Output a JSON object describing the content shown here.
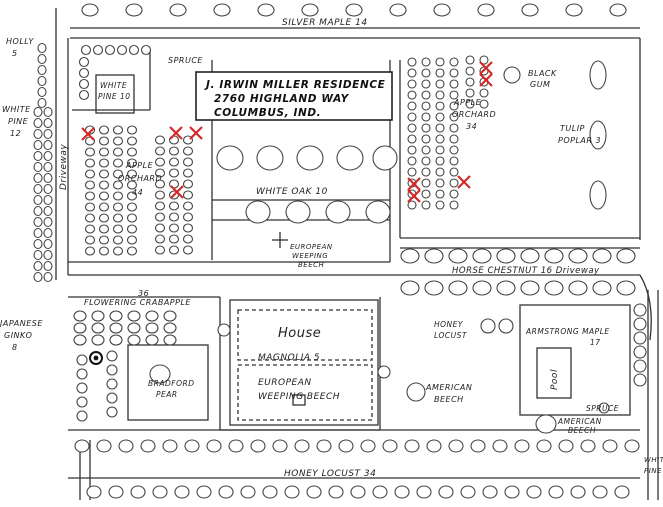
{
  "title": {
    "line1": "J. IRWIN MILLER RESIDENCE",
    "line2": "2760 HIGHLAND WAY",
    "line3": "COLUMBUS, IND."
  },
  "labels": {
    "silver_maple": "SILVER MAPLE 14",
    "holly": "HOLLY",
    "holly_count": "5",
    "white_pine_left": "WHITE",
    "white_pine_left2": "PINE",
    "white_pine_left_count": "12",
    "driveway_left": "Driveway",
    "white_pine_10a": "WHITE",
    "white_pine_10b": "PINE 10",
    "spruce_top": "SPRUCE",
    "apple_orchard_left": "APPLE",
    "apple_orchard_left2": "ORCHARD",
    "apple_orchard_left_count": "44",
    "white_oak": "WHITE OAK 10",
    "apple_orchard_right": "APPLE",
    "apple_orchard_right2": "ORCHARD",
    "apple_orchard_right_count": "34",
    "black_gum": "BLACK",
    "black_gum2": "GUM",
    "tulip_poplar": "TULIP",
    "tulip_poplar2": "POPLAR 3",
    "european_weeping_beech_top": "EUROPEAN",
    "european_weeping_beech_top2": "WEEPING",
    "european_weeping_beech_top3": "BEECH",
    "horse_chestnut": "HORSE CHESTNUT 16 Driveway",
    "flowering_crabapple_count": "36",
    "flowering_crabapple": "FLOWERING CRABAPPLE",
    "japanese_ginkgo": "JAPANESE",
    "japanese_ginkgo2": "GINKO",
    "japanese_ginkgo_count": "8",
    "house": "House",
    "magnolia": "MAGNOLIA 5",
    "european_weeping_beech": "EUROPEAN",
    "european_weeping_beech2": "WEEPING BEECH",
    "bradford_pear": "BRADFORD",
    "bradford_pear2": "PEAR",
    "honey_locust_mid": "HONEY",
    "honey_locust_mid2": "LOCUST",
    "armstrong_maple": "ARMSTRONG MAPLE",
    "armstrong_maple_count": "17",
    "pool": "Pool",
    "american_beech_mid": "AMERICAN",
    "american_beech_mid2": "BEECH",
    "spruce_right": "SPRUCE",
    "american_beech_right": "AMERICAN",
    "american_beech_right2": "BEECH",
    "honey_locust_bottom": "HONEY LOCUST 34",
    "white_pine_right": "WHITE",
    "white_pine_right2": "PINE"
  },
  "colors": {
    "ink": "#333333",
    "x_marks": "#d42a2a",
    "paper": "#ffffff"
  }
}
